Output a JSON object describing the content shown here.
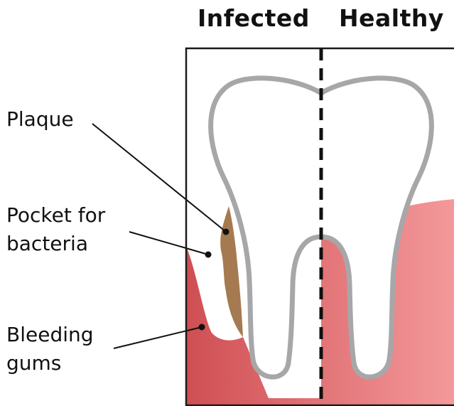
{
  "headings": {
    "left": "Infected",
    "right": "Healthy"
  },
  "labels": {
    "plaque": [
      "Plaque"
    ],
    "pocket": [
      "Pocket for",
      "bacteria"
    ],
    "gums": [
      "Bleeding",
      "gums"
    ]
  },
  "colors": {
    "tooth_outline": "#a7a7a9",
    "plaque": "#a57a50",
    "gum_infected": "#cf4f53",
    "gum_healthy": "#f4999b",
    "frame": "#1a1a1a",
    "divider": "#111111"
  }
}
